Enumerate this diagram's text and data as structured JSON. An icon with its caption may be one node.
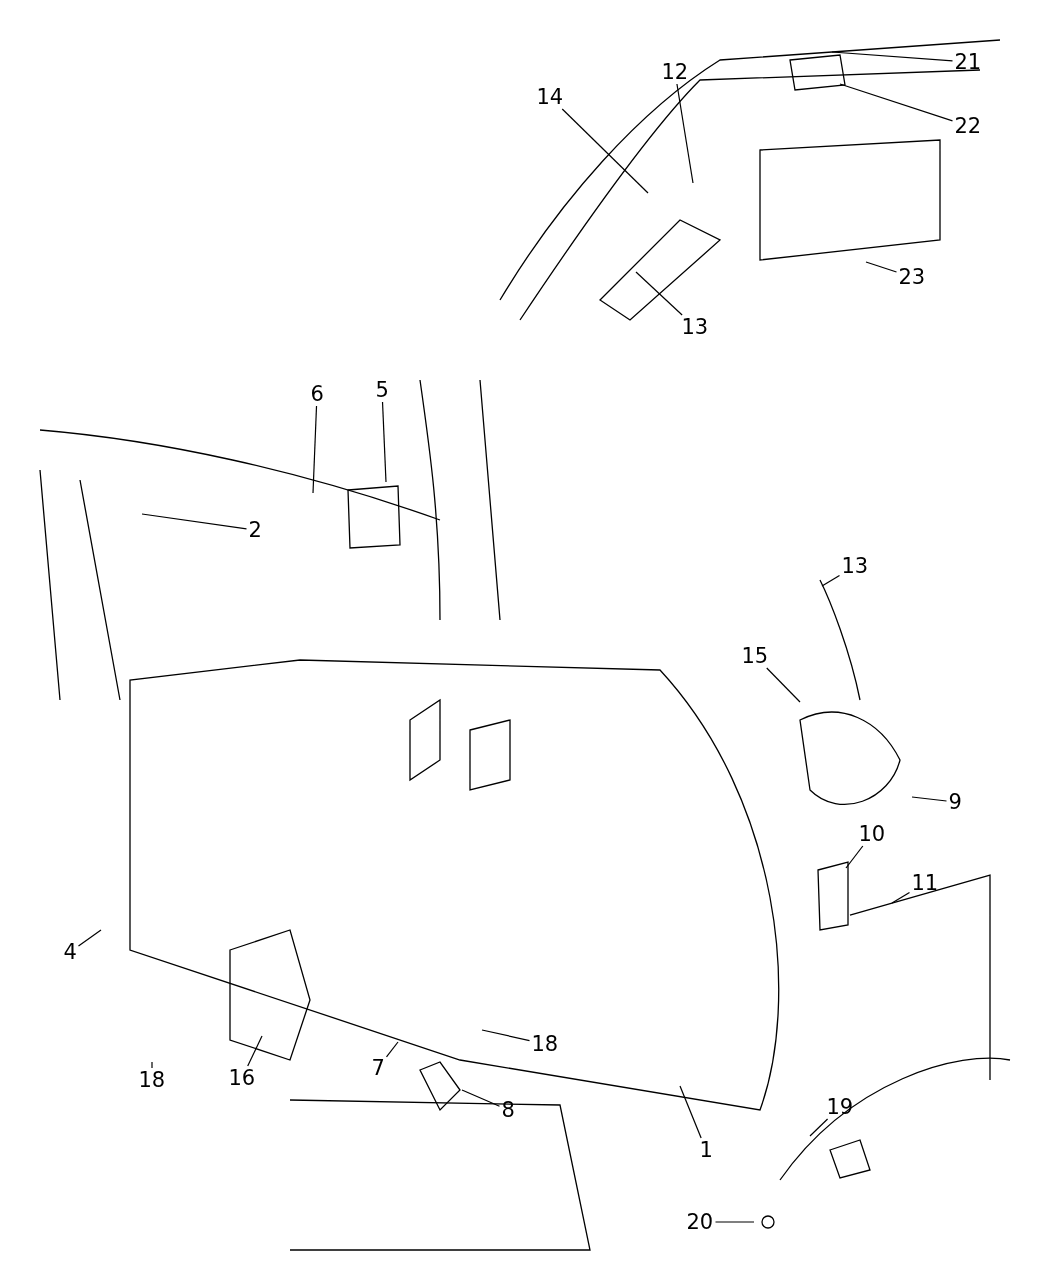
{
  "diagram": {
    "nodes": [
      {
        "text": [
          "21"
        ]
      },
      {
        "text": [
          "12"
        ]
      },
      {
        "text": [
          "14"
        ]
      },
      {
        "text": [
          "22"
        ]
      },
      {
        "text": [
          "23"
        ]
      },
      {
        "text": [
          "13"
        ]
      },
      {
        "text": [
          "6"
        ]
      },
      {
        "text": [
          "5"
        ]
      },
      {
        "text": [
          "2"
        ]
      },
      {
        "text": [
          "13"
        ]
      },
      {
        "text": [
          "15"
        ]
      },
      {
        "text": [
          "9"
        ]
      },
      {
        "text": [
          "10"
        ]
      },
      {
        "text": [
          "11"
        ]
      },
      {
        "text": [
          "4"
        ]
      },
      {
        "text": [
          "18"
        ]
      },
      {
        "text": [
          "16"
        ]
      },
      {
        "text": [
          "7"
        ]
      },
      {
        "text": [
          "18"
        ]
      },
      {
        "text": [
          "8"
        ]
      },
      {
        "text": [
          "1"
        ]
      },
      {
        "text": [
          "19"
        ]
      },
      {
        "text": [
          "20"
        ]
      }
    ],
    "edges": [
      {
        "from": 0,
        "to": null,
        "arrow": "none"
      },
      {
        "from": 1,
        "to": null,
        "arrow": "none"
      },
      {
        "from": 2,
        "to": null,
        "arrow": "none"
      },
      {
        "from": 3,
        "to": null,
        "arrow": "none"
      },
      {
        "from": 4,
        "to": null,
        "arrow": "none"
      },
      {
        "from": 5,
        "to": null,
        "arrow": "none"
      },
      {
        "from": 6,
        "to": null,
        "arrow": "none"
      },
      {
        "from": 7,
        "to": null,
        "arrow": "none"
      },
      {
        "from": 8,
        "to": null,
        "arrow": "none"
      },
      {
        "from": 9,
        "to": null,
        "arrow": "none"
      },
      {
        "from": 10,
        "to": null,
        "arrow": "none"
      },
      {
        "from": 11,
        "to": null,
        "arrow": "none"
      },
      {
        "from": 12,
        "to": null,
        "arrow": "none"
      },
      {
        "from": 13,
        "to": null,
        "arrow": "none"
      },
      {
        "from": 14,
        "to": null,
        "arrow": "none"
      },
      {
        "from": 15,
        "to": null,
        "arrow": "none"
      },
      {
        "from": 16,
        "to": null,
        "arrow": "none"
      },
      {
        "from": 17,
        "to": null,
        "arrow": "none"
      },
      {
        "from": 18,
        "to": null,
        "arrow": "none"
      },
      {
        "from": 19,
        "to": null,
        "arrow": "none"
      },
      {
        "from": 20,
        "to": null,
        "arrow": "none"
      },
      {
        "from": 21,
        "to": null,
        "arrow": "none"
      },
      {
        "from": 22,
        "to": null,
        "arrow": "none"
      }
    ]
  }
}
